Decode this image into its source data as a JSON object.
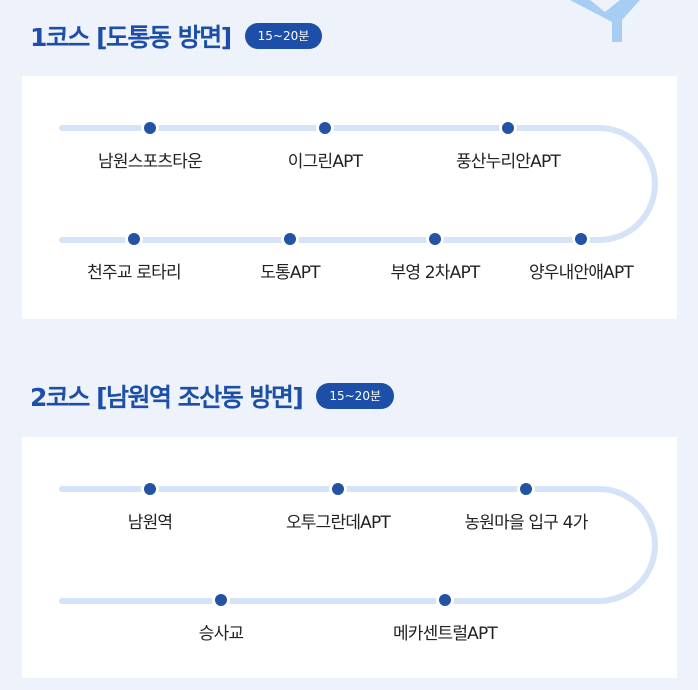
{
  "sections": [
    {
      "title": "1코스 [도통동 방면]",
      "time_badge": "15~20분",
      "row1": [
        "남원스포츠타운",
        "이그린APT",
        "풍산누리안APT"
      ],
      "row2": [
        "천주교 로타리",
        "도통APT",
        "부영 2차APT",
        "양우내안애APT"
      ]
    },
    {
      "title": "2코스 [남원역 조산동 방면]",
      "time_badge": "15~20분",
      "row1": [
        "남원역",
        "오투그란데APT",
        "농원마을 입구 4가"
      ],
      "row2": [
        "승사교",
        "메카센트럴APT"
      ]
    }
  ],
  "colors": {
    "primary": "#1d4fa8",
    "dot": "#2452a5",
    "route_line": "#d4e3f8",
    "page_bg": "#eef3fb",
    "card_bg": "#ffffff"
  }
}
